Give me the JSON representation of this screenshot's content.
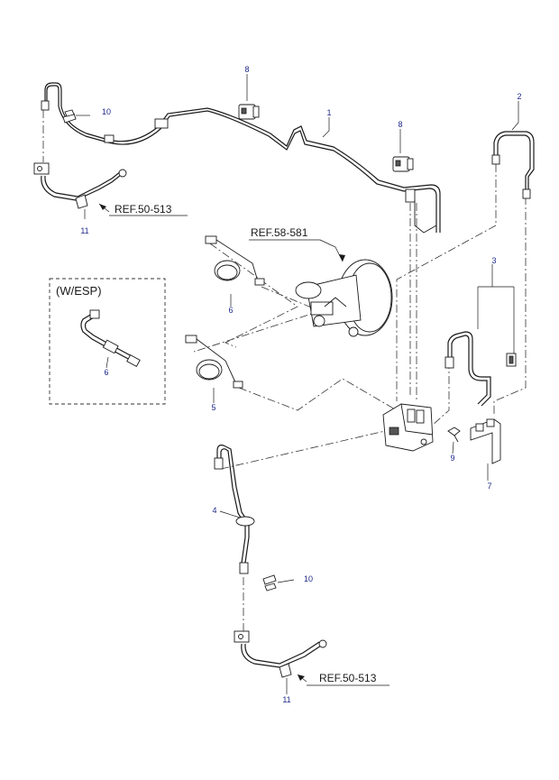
{
  "callouts": {
    "c1": "1",
    "c2": "2",
    "c3": "3",
    "c4": "4",
    "c5": "5",
    "c6a": "6",
    "c6b": "6",
    "c7": "7",
    "c8a": "8",
    "c8b": "8",
    "c9": "9",
    "c10a": "10",
    "c10b": "10",
    "c11a": "11",
    "c11b": "11"
  },
  "refs": {
    "ref_front_hose": "REF.50-513",
    "ref_booster": "REF.58-581",
    "ref_rear_hose": "REF.50-513"
  },
  "inset": {
    "label": "(W/ESP)"
  },
  "colors": {
    "callout_text": "#1f2a8a",
    "line": "#1a1a1a"
  }
}
